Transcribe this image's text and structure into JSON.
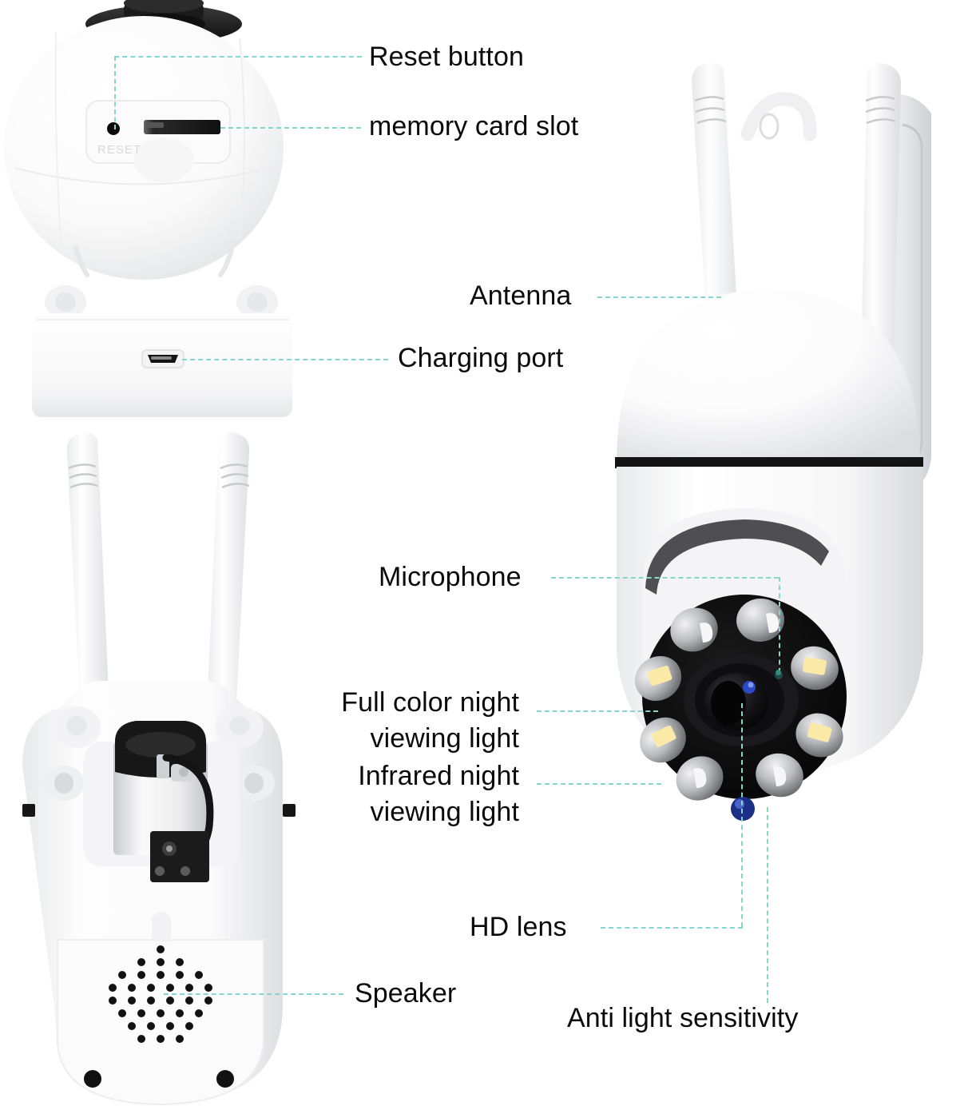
{
  "diagram": {
    "type": "product-callout-diagram",
    "subject": "wireless outdoor PTZ security camera",
    "leader_line_color": "#86d6d0",
    "background_color": "#ffffff",
    "text_color": "#0a0a0a"
  },
  "views": [
    {
      "id": "rear-view",
      "name": "rear view with reset and card slot",
      "embossed_text": "RESET"
    },
    {
      "id": "bottom-view",
      "name": "bottom view with antennas and speaker"
    },
    {
      "id": "front-view",
      "name": "front three-quarter view with lens"
    }
  ],
  "callouts": [
    {
      "id": "reset-button",
      "label": "Reset button"
    },
    {
      "id": "memory-card-slot",
      "label": "memory card slot"
    },
    {
      "id": "antenna",
      "label": "Antenna"
    },
    {
      "id": "charging-port",
      "label": "Charging port"
    },
    {
      "id": "microphone",
      "label": "Microphone"
    },
    {
      "id": "full-color-night-light",
      "label": "Full color night\nviewing light"
    },
    {
      "id": "infrared-night-light",
      "label": "Infrared night\nviewing light"
    },
    {
      "id": "hd-lens",
      "label": "HD lens"
    },
    {
      "id": "speaker",
      "label": "Speaker"
    },
    {
      "id": "anti-light-sensitivity",
      "label": "Anti light sensitivity"
    }
  ]
}
